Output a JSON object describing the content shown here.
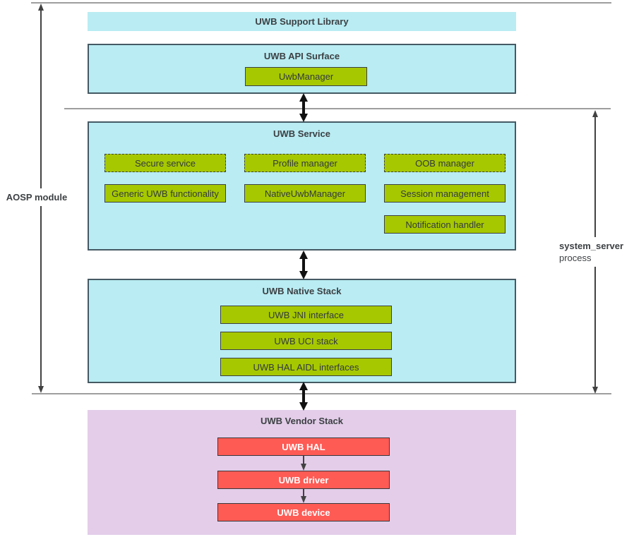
{
  "colors": {
    "aosp_box_fill": "#b9ecf3",
    "component_green": "#a6c800",
    "vendor_red": "#fe5b55",
    "vendor_stack_fill": "#e3cde9",
    "boundary_line_gray": "#9e9e9e",
    "arrow_dark": "#424242",
    "box_border_dark": "#455a64"
  },
  "side_labels": {
    "aosp": "AOSP module",
    "system_server": "system_server",
    "process": "process"
  },
  "support_library": {
    "title": "UWB Support Library"
  },
  "api_surface": {
    "title": "UWB API Surface",
    "items": [
      "UwbManager"
    ]
  },
  "service": {
    "title": "UWB Service",
    "dashed_items": [
      "Secure service",
      "Profile manager",
      "OOB manager"
    ],
    "solid_items": [
      "Generic UWB functionality",
      "NativeUwbManager",
      "Session management",
      "Notification handler"
    ]
  },
  "native_stack": {
    "title": "UWB Native Stack",
    "items": [
      "UWB JNI interface",
      "UWB UCI stack",
      "UWB HAL AIDL interfaces"
    ]
  },
  "vendor_stack": {
    "title": "UWB Vendor Stack",
    "items": [
      "UWB HAL",
      "UWB driver",
      "UWB device"
    ]
  }
}
